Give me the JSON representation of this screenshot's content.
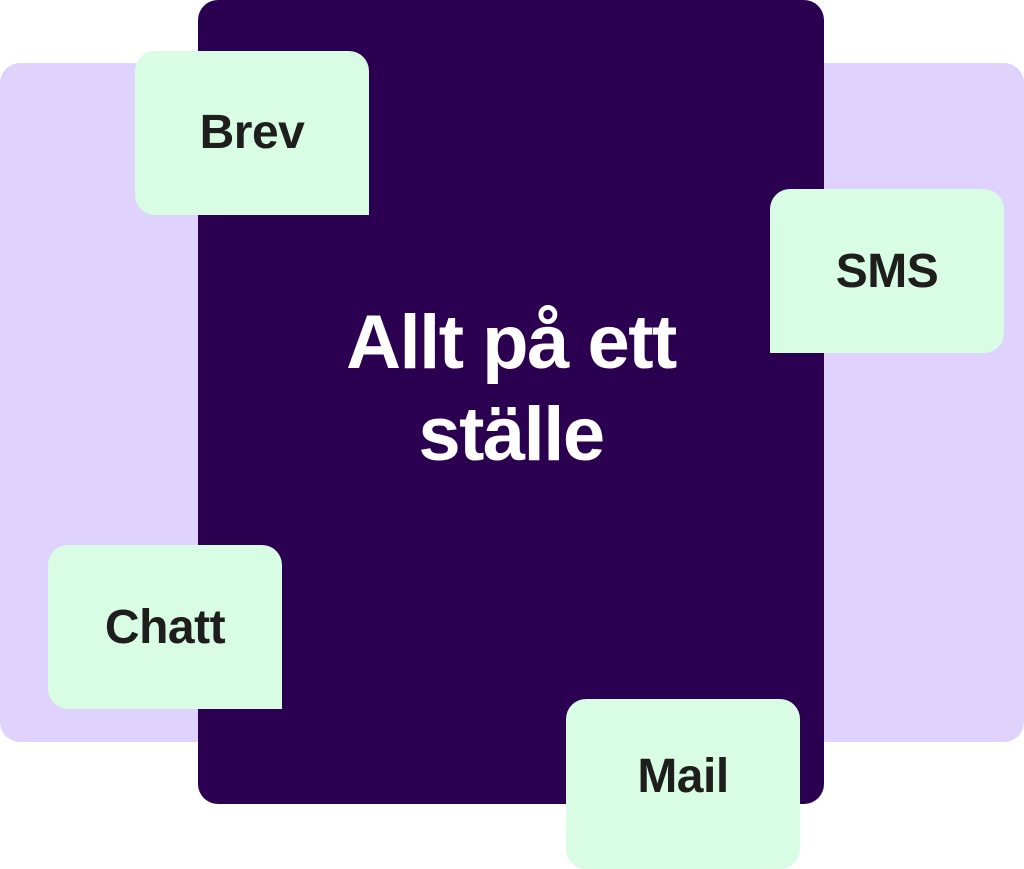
{
  "headline": "Allt på ett ställe",
  "channels": [
    {
      "label": "Brev"
    },
    {
      "label": "SMS"
    },
    {
      "label": "Chatt"
    },
    {
      "label": "Mail"
    }
  ],
  "colors": {
    "background_panel": "#dfd3fe",
    "card": "#2b0050",
    "tile": "#d9fce4",
    "tile_text": "#1e1e1c",
    "headline_text": "#ffffff"
  }
}
